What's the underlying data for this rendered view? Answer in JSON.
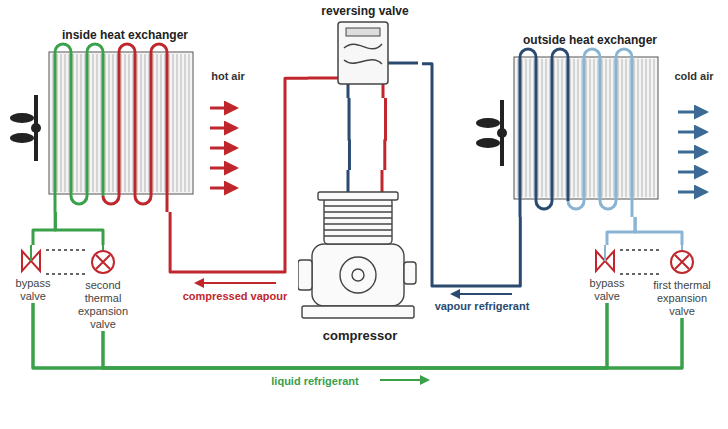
{
  "diagram": {
    "nodes": [
      {
        "text": [
          "inside heat exchanger"
        ]
      },
      {
        "text": [
          "reversing valve"
        ]
      },
      {
        "text": [
          "outside heat exchanger"
        ]
      },
      {
        "text": [
          "compressor"
        ]
      },
      {
        "text": [
          "bypass valve"
        ]
      },
      {
        "text": [
          "second thermal expansion valve"
        ]
      },
      {
        "text": [
          "bypass valve"
        ]
      },
      {
        "text": [
          "first thermal expansion valve"
        ]
      }
    ],
    "edges": [
      {
        "from": 3,
        "to": 1,
        "arrow": "none"
      },
      {
        "from": 1,
        "to": 0,
        "arrow": "none"
      },
      {
        "from": 2,
        "to": 1,
        "arrow": "none"
      },
      {
        "from": 1,
        "to": 3,
        "arrow": "none"
      },
      {
        "from": 0,
        "to": 4,
        "arrow": "none"
      },
      {
        "from": 0,
        "to": 5,
        "arrow": "none"
      },
      {
        "from": 4,
        "to": 6,
        "arrow": "none"
      },
      {
        "from": 4,
        "to": 7,
        "arrow": "none"
      },
      {
        "from": 5,
        "to": 6,
        "arrow": "none"
      },
      {
        "from": 5,
        "to": 7,
        "arrow": "none"
      },
      {
        "from": 7,
        "to": 2,
        "arrow": "none"
      },
      {
        "from": 6,
        "to": 2,
        "arrow": "none"
      }
    ],
    "labels": [
      "hot air",
      "cold air",
      "compressed vapour",
      "vapour refrigerant",
      "liquid refrigerant"
    ]
  }
}
